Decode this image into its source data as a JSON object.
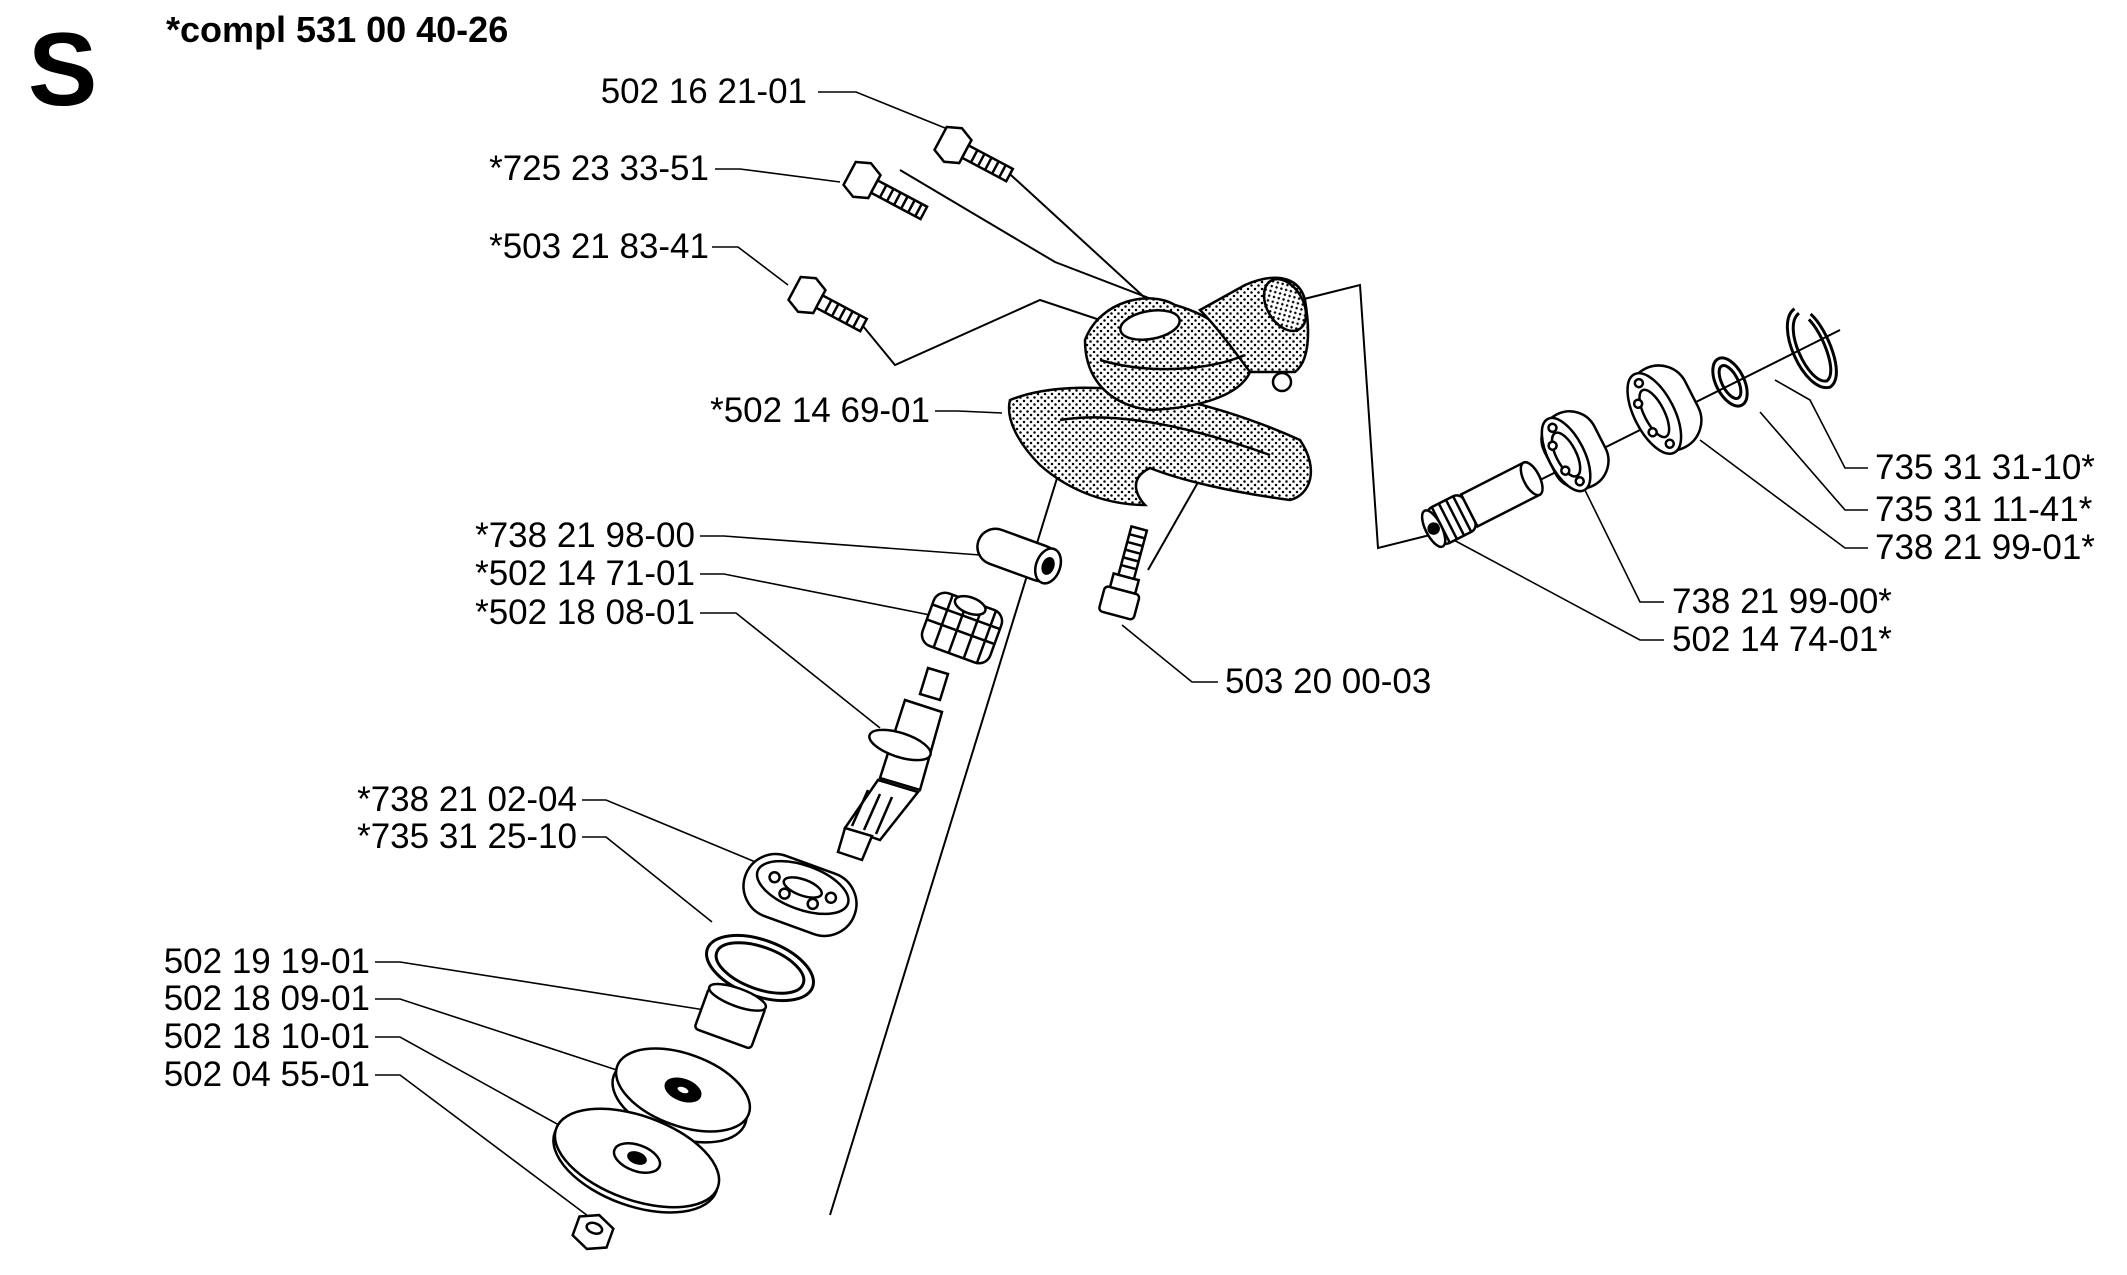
{
  "page": {
    "section_letter": "S",
    "kit_title": "*compl 531 00 40-26"
  },
  "parts": [
    {
      "number": "502 16 21-01",
      "part": "screw"
    },
    {
      "number": "*725 23 33-51",
      "part": "screw"
    },
    {
      "number": "*503 21 83-41",
      "part": "screw"
    },
    {
      "number": "*502 14 69-01",
      "part": "gear-housing"
    },
    {
      "number": "*738 21 98-00",
      "part": "ball-bearing"
    },
    {
      "number": "*502 14 71-01",
      "part": "bevel-gear"
    },
    {
      "number": "*502 18 08-01",
      "part": "output-shaft"
    },
    {
      "number": "*738 21 02-04",
      "part": "ball-bearing"
    },
    {
      "number": "*735 31 25-10",
      "part": "circlip"
    },
    {
      "number": "502 19 19-01",
      "part": "sleeve"
    },
    {
      "number": "502 18 09-01",
      "part": "support-cup"
    },
    {
      "number": "502 18 10-01",
      "part": "washer"
    },
    {
      "number": "502 04 55-01",
      "part": "nut"
    },
    {
      "number": "503 20 00-03",
      "part": "screw"
    },
    {
      "number": "735 31 31-10*",
      "part": "circlip"
    },
    {
      "number": "735 31 11-41*",
      "part": "retaining-ring"
    },
    {
      "number": "738 21 99-01*",
      "part": "ball-bearing"
    },
    {
      "number": "738 21 99-00*",
      "part": "ball-bearing"
    },
    {
      "number": "502 14 74-01*",
      "part": "pinion-gear"
    }
  ]
}
